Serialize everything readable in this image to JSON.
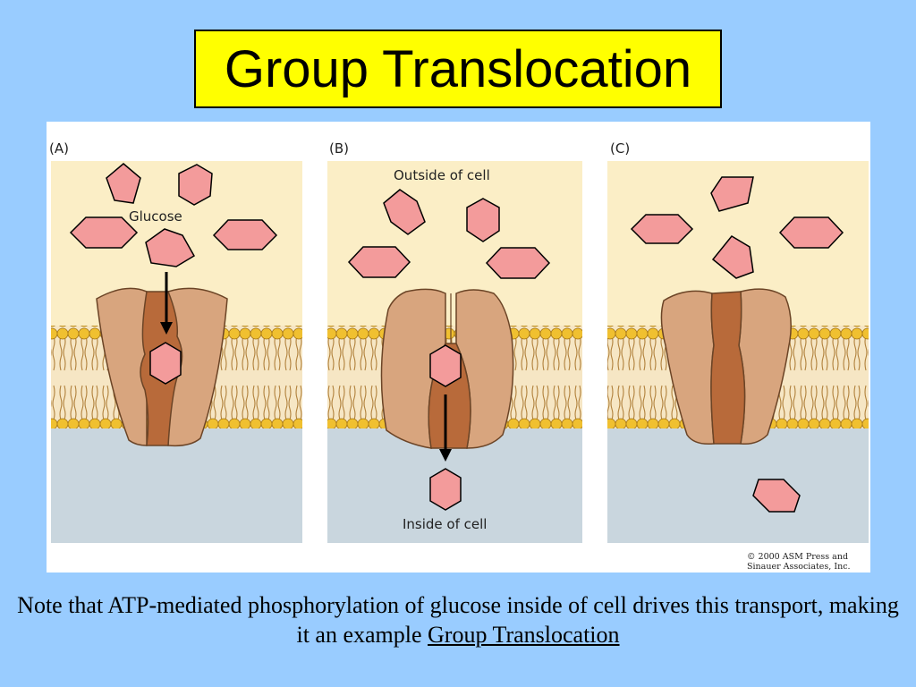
{
  "title": "Group Translocation",
  "panels": [
    {
      "label": "(A)",
      "text": "Glucose"
    },
    {
      "label": "(B)",
      "text_top": "Outside of cell",
      "text_bottom": "Inside of cell"
    },
    {
      "label": "(C)"
    }
  ],
  "copyright": {
    "line1": "© 2000 ASM Press and",
    "line2": "Sinauer Associates, Inc."
  },
  "note": {
    "text": "Note that ATP-mediated phosphorylation of glucose inside of cell drives this transport, making it an example",
    "link": "Group Translocation"
  },
  "colors": {
    "background": "#99ccff",
    "title_box": "#ffff00",
    "outside": "#fbeec6",
    "inside": "#c9d6de",
    "glucose": "#f39b9b",
    "protein": "#d8a57e",
    "channel": "#b86a3a",
    "lipid_head": "#f0c030"
  }
}
